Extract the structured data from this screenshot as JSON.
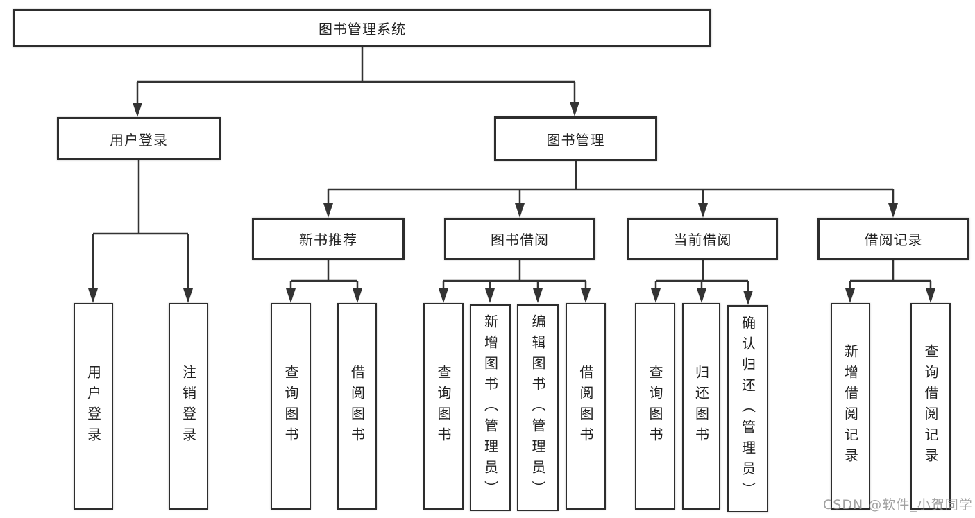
{
  "root": {
    "label": "图书管理系统"
  },
  "level2": [
    {
      "label": "用户登录"
    },
    {
      "label": "图书管理"
    }
  ],
  "level3": [
    {
      "label": "新书推荐"
    },
    {
      "label": "图书借阅"
    },
    {
      "label": "当前借阅"
    },
    {
      "label": "借阅记录"
    }
  ],
  "leaves": {
    "user_login": [
      {
        "label": "用户登录"
      },
      {
        "label": "注销登录"
      }
    ],
    "new_book": [
      {
        "label": "查询图书"
      },
      {
        "label": "借阅图书"
      }
    ],
    "book_borrow": [
      {
        "label": "查询图书"
      },
      {
        "label": "新增图书（管理员）"
      },
      {
        "label": "编辑图书（管理员）"
      },
      {
        "label": "借阅图书"
      }
    ],
    "current_borrow": [
      {
        "label": "查询图书"
      },
      {
        "label": "归还图书"
      },
      {
        "label": "确认归还（管理员）"
      }
    ],
    "borrow_record": [
      {
        "label": "新增借阅记录"
      },
      {
        "label": "查询借阅记录"
      }
    ]
  },
  "watermark": {
    "text": "CSDN @软件_小贺同学"
  },
  "colors": {
    "line": "#333333",
    "box_border": "#2d2d2d",
    "text": "#222222",
    "watermark": "#949494",
    "background": "#ffffff"
  }
}
